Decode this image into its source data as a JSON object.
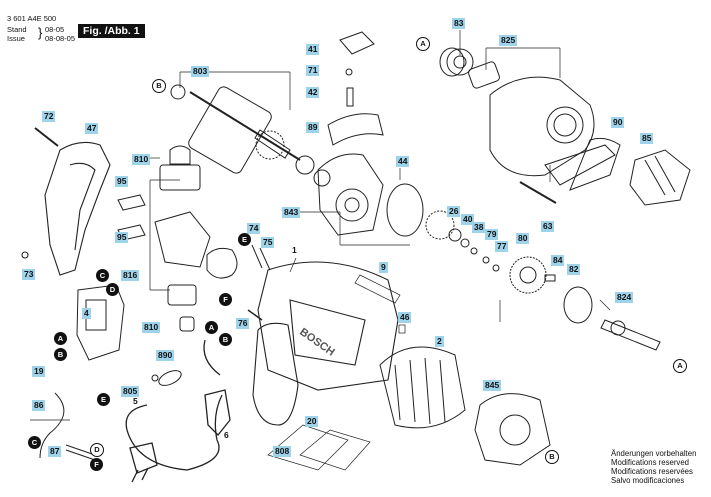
{
  "header": {
    "part_number": "3 601 A4E 500",
    "stand_label": "Stand",
    "issue_label": "Issue",
    "stand_value": "08-05",
    "issue_value": "08-08-05",
    "figure_label": "Fig. /Abb. 1"
  },
  "part_labels": [
    {
      "id": "p83",
      "text": "83"
    },
    {
      "id": "p825",
      "text": "825"
    },
    {
      "id": "p41",
      "text": "41"
    },
    {
      "id": "p71",
      "text": "71"
    },
    {
      "id": "p42",
      "text": "42"
    },
    {
      "id": "p89",
      "text": "89"
    },
    {
      "id": "p803",
      "text": "803"
    },
    {
      "id": "p72",
      "text": "72"
    },
    {
      "id": "p47",
      "text": "47"
    },
    {
      "id": "p810a",
      "text": "810"
    },
    {
      "id": "p95a",
      "text": "95"
    },
    {
      "id": "p95b",
      "text": "95"
    },
    {
      "id": "p73",
      "text": "73"
    },
    {
      "id": "p816",
      "text": "816"
    },
    {
      "id": "p74",
      "text": "74"
    },
    {
      "id": "p75",
      "text": "75"
    },
    {
      "id": "p4",
      "text": "4"
    },
    {
      "id": "p76",
      "text": "76"
    },
    {
      "id": "p810b",
      "text": "810"
    },
    {
      "id": "p890",
      "text": "890"
    },
    {
      "id": "p805",
      "text": "805"
    },
    {
      "id": "p19",
      "text": "19"
    },
    {
      "id": "p86",
      "text": "86"
    },
    {
      "id": "p87",
      "text": "87"
    },
    {
      "id": "p843",
      "text": "843"
    },
    {
      "id": "p44",
      "text": "44"
    },
    {
      "id": "p9",
      "text": "9"
    },
    {
      "id": "p46",
      "text": "46"
    },
    {
      "id": "p2",
      "text": "2"
    },
    {
      "id": "p20",
      "text": "20"
    },
    {
      "id": "p808",
      "text": "808"
    },
    {
      "id": "p845",
      "text": "845"
    },
    {
      "id": "p26",
      "text": "26"
    },
    {
      "id": "p40",
      "text": "40"
    },
    {
      "id": "p38",
      "text": "38"
    },
    {
      "id": "p79",
      "text": "79"
    },
    {
      "id": "p77",
      "text": "77"
    },
    {
      "id": "p80",
      "text": "80"
    },
    {
      "id": "p84",
      "text": "84"
    },
    {
      "id": "p82",
      "text": "82"
    },
    {
      "id": "p824",
      "text": "824"
    },
    {
      "id": "p90",
      "text": "90"
    },
    {
      "id": "p85",
      "text": "85"
    },
    {
      "id": "p63",
      "text": "63"
    }
  ],
  "plain_labels": [
    {
      "id": "q1",
      "text": "1"
    },
    {
      "id": "q5",
      "text": "5"
    },
    {
      "id": "q6",
      "text": "6"
    }
  ],
  "callouts": [
    {
      "id": "cA1",
      "letter": "A",
      "style": "w"
    },
    {
      "id": "cB1",
      "letter": "B",
      "style": "w"
    },
    {
      "id": "cC1",
      "letter": "C",
      "style": "b"
    },
    {
      "id": "cD1",
      "letter": "D",
      "style": "b"
    },
    {
      "id": "cA2",
      "letter": "A",
      "style": "b"
    },
    {
      "id": "cB2",
      "letter": "B",
      "style": "b"
    },
    {
      "id": "cE1",
      "letter": "E",
      "style": "b"
    },
    {
      "id": "cF1",
      "letter": "F",
      "style": "b"
    },
    {
      "id": "cA3",
      "letter": "A",
      "style": "b"
    },
    {
      "id": "cB3",
      "letter": "B",
      "style": "b"
    },
    {
      "id": "cE2",
      "letter": "E",
      "style": "b"
    },
    {
      "id": "cC2",
      "letter": "C",
      "style": "b"
    },
    {
      "id": "cD2",
      "letter": "D",
      "style": "w"
    },
    {
      "id": "cF2",
      "letter": "F",
      "style": "b"
    },
    {
      "id": "cB4",
      "letter": "B",
      "style": "w"
    },
    {
      "id": "cA4",
      "letter": "A",
      "style": "w"
    }
  ],
  "notes": [
    "Änderungen vorbehalten",
    "Modifications reserved",
    "Modifications reservées",
    "Salvo modificaciones"
  ]
}
